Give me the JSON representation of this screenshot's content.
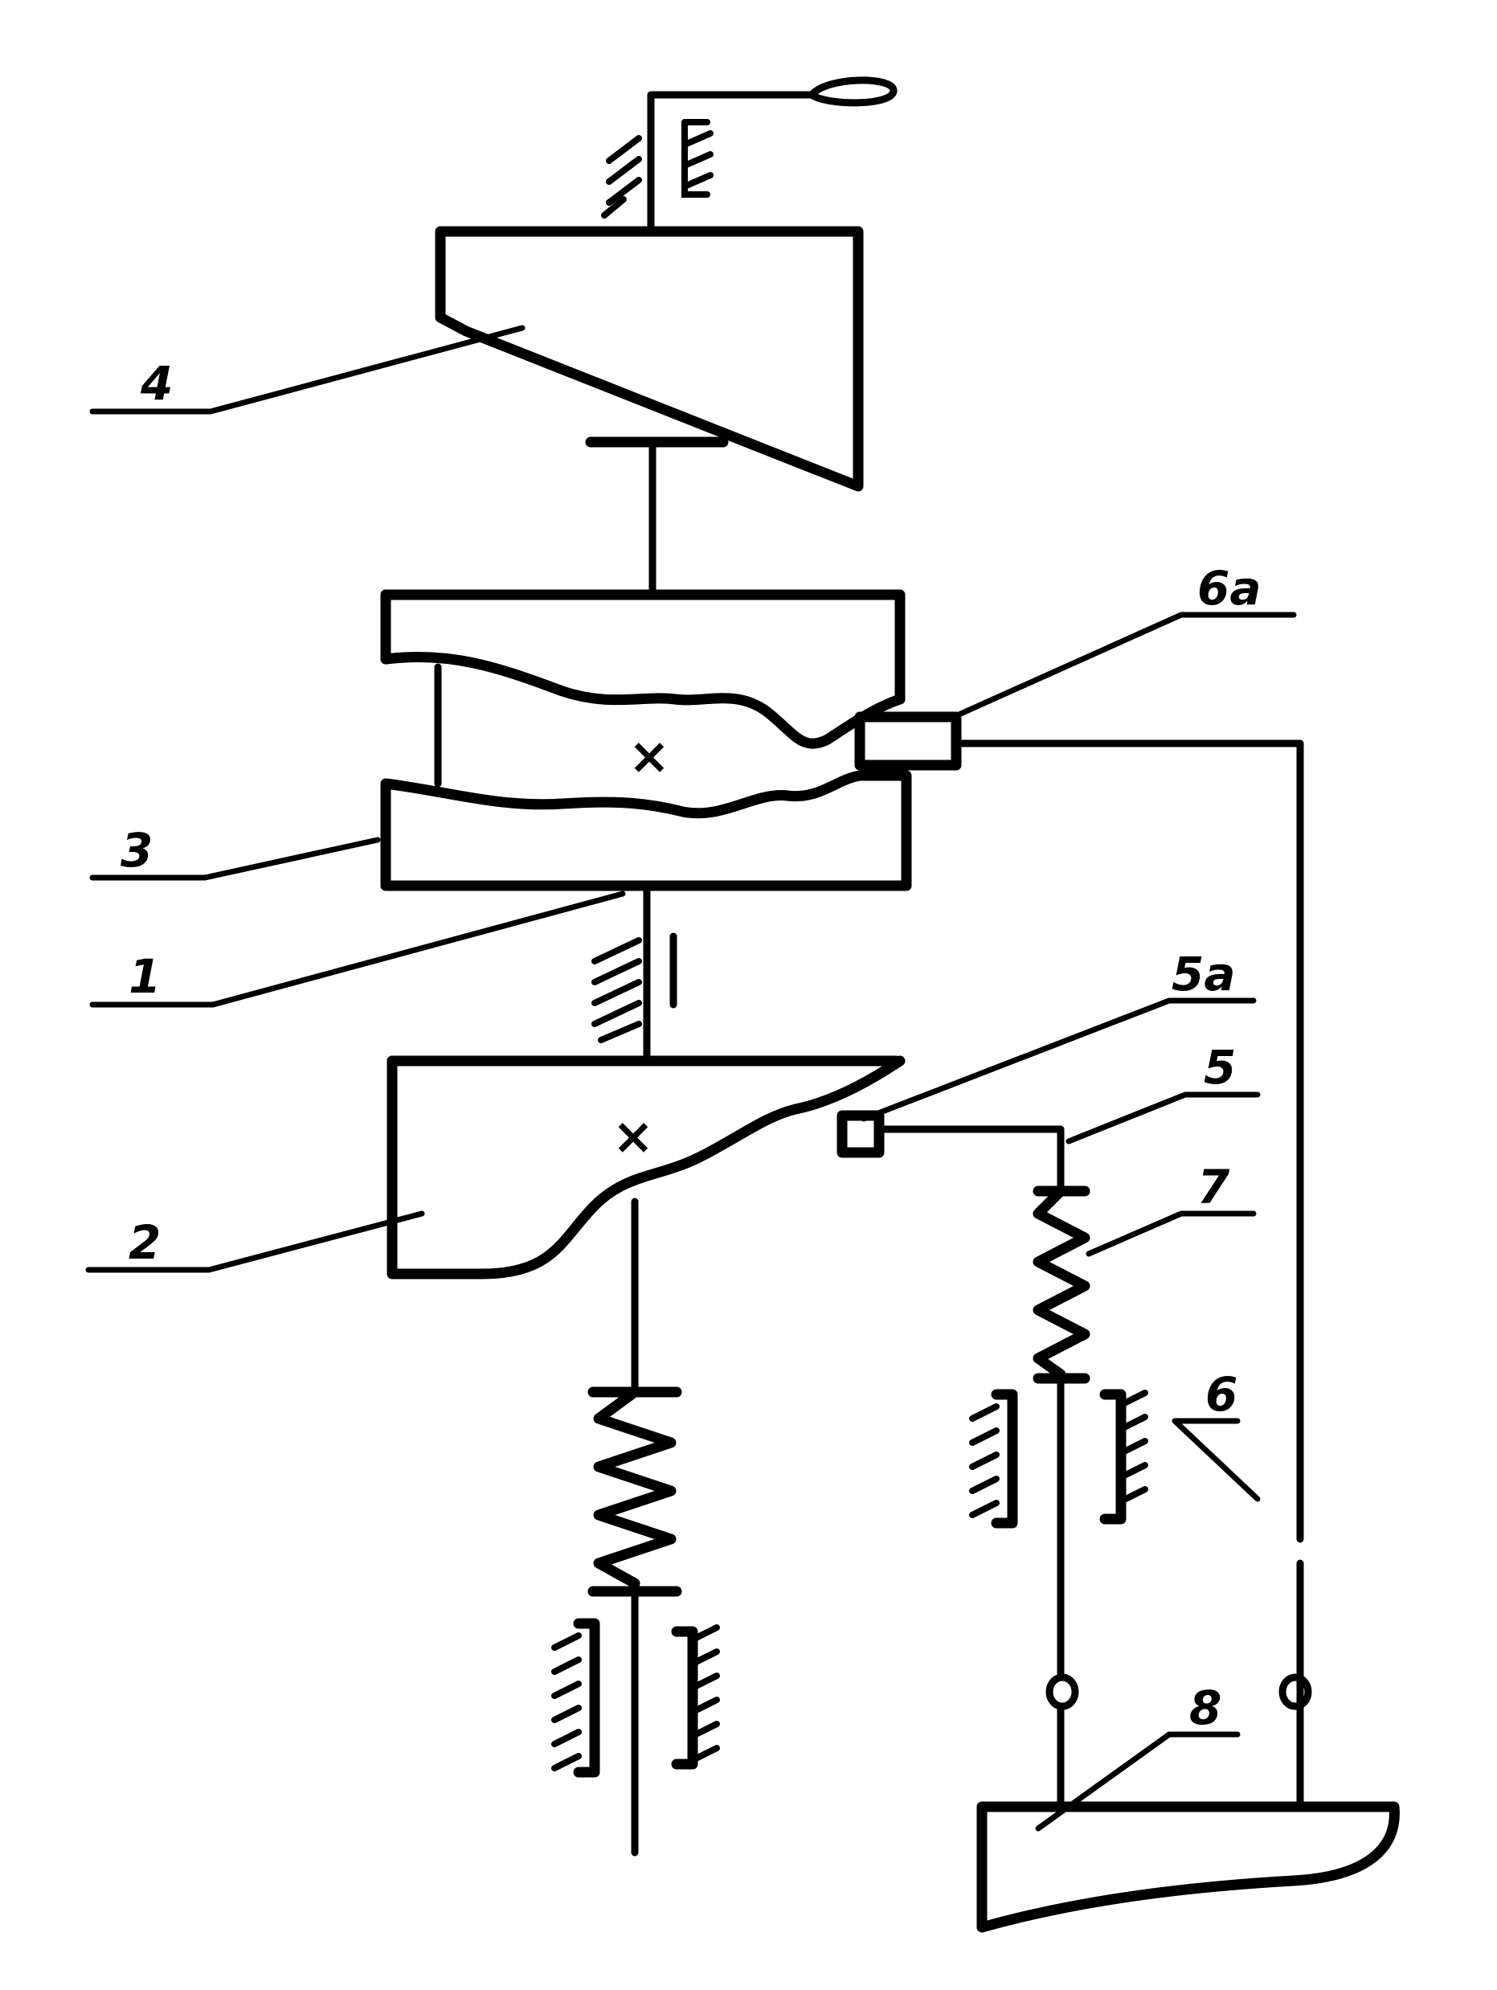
{
  "labels": {
    "l1": "1",
    "l2": "2",
    "l3": "3",
    "l4": "4",
    "l5": "5",
    "l5a": "5a",
    "l6": "6",
    "l6a": "6a",
    "l7": "7",
    "l8": "8"
  },
  "markers": {
    "pivot_upper": "×",
    "pivot_lower": "×"
  }
}
